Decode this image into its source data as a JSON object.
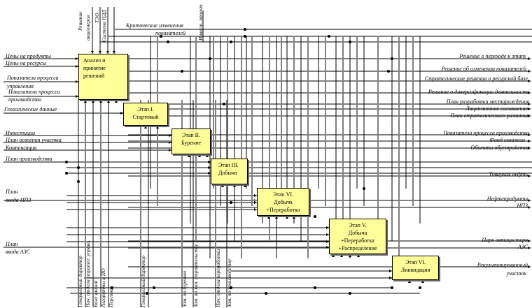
{
  "diagram": {
    "type": "IDEF0",
    "boxes": [
      {
        "id": "A0",
        "lines": [
          "Анализ и",
          "принятие",
          "решений"
        ]
      },
      {
        "id": "A1",
        "lines": [
          "Этап I.",
          "Стартовый"
        ]
      },
      {
        "id": "A2",
        "lines": [
          "Этап II.",
          "Бурение"
        ]
      },
      {
        "id": "A3",
        "lines": [
          "Этап III.",
          "Добыча"
        ]
      },
      {
        "id": "A4",
        "lines": [
          "Этап VI.",
          "Добыча",
          "+Переработка"
        ]
      },
      {
        "id": "A5",
        "lines": [
          "Этап V.",
          "Добыча",
          "+Переработка",
          "+Распределение"
        ]
      },
      {
        "id": "A6",
        "lines": [
          "Этап VI.",
          "Ликвидация"
        ]
      }
    ],
    "inputs_left": [
      "Цены на продукты",
      "Цены на ресурсы",
      "Показатели процесса",
      "управления",
      "Показатели процесса",
      "производства",
      "Геологические данные",
      "Инвестиции",
      "План освоения участка",
      "Компенсация",
      "План производства",
      "План",
      "ввода НПЗ",
      "План",
      "ввода АЗС"
    ],
    "controls_top": [
      "Решение",
      "акционеров",
      "ТЭО",
      "Система НДД",
      "Критические изменения",
      "показателей",
      "Инвест. проект"
    ],
    "outputs_right": [
      "Решение о переходе к этапу",
      "Решение об изменении показателей",
      "Стратегические решения о ресурсной базе",
      "Решение о диверсификации деятельности",
      "План разработки месторождения",
      "Лицензионное соглашение",
      "План стратегического развития",
      "Показатели процесса производства",
      "Фонд скважин",
      "Объекты обустройства",
      "Товарная нефть",
      "Нефтепродукты",
      "НПЗ",
      "Парк автоцистерн",
      "АЗС",
      "Рекультивированный",
      "участок"
    ],
    "mechanisms_bottom": [
      "Генеральный директор",
      "Нач. отдела стратег. управл.",
      "База знаний",
      "Алгоритмы и ПО",
      "Персонал",
      "Генеральный директор",
      "Зам. по бурению",
      "Зам. по кап. строительству",
      "Нач. отдела переработки",
      "Зам. по производству"
    ]
  }
}
